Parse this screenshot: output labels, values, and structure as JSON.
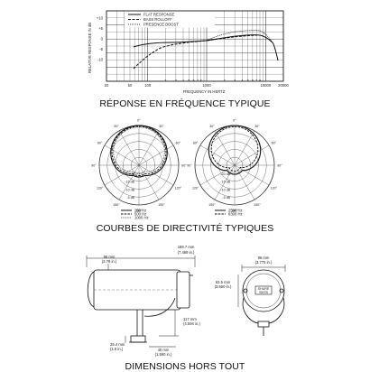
{
  "freq_response": {
    "y_axis_label": "RELATIVE RESPONSE IN dB",
    "x_axis_label": "FREQUENCY IN HERTZ",
    "y_ticks": [
      "+10",
      "+5",
      "0",
      "-5",
      "-10"
    ],
    "x_ticks": [
      "20",
      "50",
      "100",
      "2",
      "3",
      "4",
      "5",
      "6",
      "7",
      "8",
      "1000",
      "2",
      "3",
      "4",
      "5",
      "6",
      "7",
      "8",
      "10000",
      "20000"
    ],
    "legend": [
      "FLAT RESPONSE",
      "BASS ROLLOFF",
      "PRESENCE BOOST"
    ]
  },
  "titles": {
    "freq": "RÉPONSE EN FRÉQUENCE TYPIQUE",
    "polar": "COURBES DE DIRECTIVITÉ TYPIQUES",
    "dims": "DIMENSIONS HORS TOUT"
  },
  "polar_left": {
    "angles": [
      "0°",
      "30°",
      "30°",
      "60°",
      "60°",
      "90°",
      "90°",
      "120°",
      "120°",
      "150°",
      "150°",
      "180°"
    ],
    "rings": [
      "-5 dB",
      "-10 dB",
      "-15 dB",
      "-20 dB"
    ],
    "legend": [
      "250 Hz",
      "500 Hz",
      "1000 Hz"
    ]
  },
  "polar_right": {
    "angles": [
      "0°",
      "30°",
      "30°",
      "60°",
      "60°",
      "90°",
      "90°",
      "120°",
      "120°",
      "150°",
      "150°",
      "180°"
    ],
    "rings": [
      "-5 dB",
      "-10 dB",
      "-15 dB",
      "-20 dB"
    ],
    "legend": [
      "2500 Hz",
      "6300 Hz"
    ]
  },
  "dimensions": {
    "length": [
      "189.7 mm",
      "(7.469 in.)"
    ],
    "diameter_side": [
      "96 mm",
      "(3.78 in.)"
    ],
    "diameter_front": [
      "96 mm",
      "(3.775 in.)"
    ],
    "offset": [
      "63.5 mm",
      "(2.500 in.)"
    ],
    "height": [
      "117 mm",
      "(4.594 in.)"
    ],
    "base": [
      "25.4 mm",
      "(1.0 in.)"
    ],
    "mount": [
      "40 mm",
      "(1.590 in.)"
    ],
    "badge": [
      "SHURE",
      "SM7B"
    ]
  }
}
